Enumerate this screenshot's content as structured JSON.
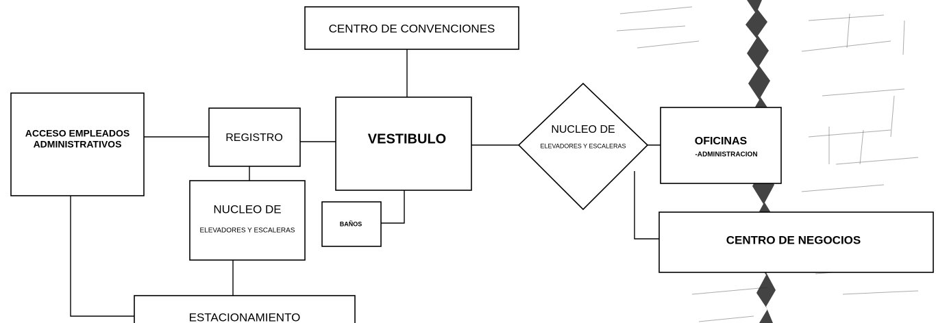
{
  "nodes": {
    "centro_convenciones": "CENTRO DE CONVENCIONES",
    "acceso": [
      "ACCESO EMPLEADOS",
      "ADMINISTRATIVOS"
    ],
    "registro": "REGISTRO",
    "vestibulo": "VESTIBULO",
    "nucleo_izq": [
      "NUCLEO DE",
      "ELEVADORES Y ESCALERAS"
    ],
    "banos": "BAÑOS",
    "estacionamiento": "ESTACIONAMIENTO",
    "nucleo_der": [
      "NUCLEO DE",
      "ELEVADORES Y ESCALERAS"
    ],
    "oficinas": [
      "OFICINAS",
      "-ADMINISTRACION"
    ],
    "centro_negocios": "CENTRO DE NEGOCIOS"
  }
}
